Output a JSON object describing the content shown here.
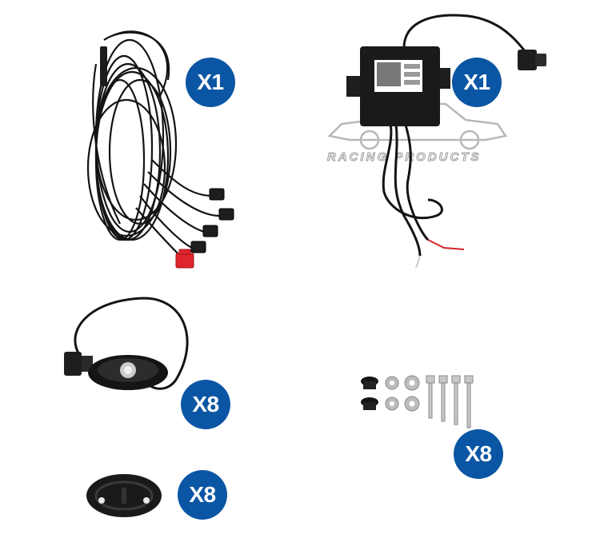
{
  "colors": {
    "badge": "#0b56a4",
    "cable": "#141414",
    "red_connector": "#e0242c",
    "watermark": "#b8b8b8"
  },
  "watermark": {
    "text": "RACING PRODUCTS",
    "icon": "car-silhouette-icon"
  },
  "items": [
    {
      "name": "wiring-harness",
      "icon": "wiring-harness-icon",
      "quantity_label": "X1"
    },
    {
      "name": "bluetooth-control-box",
      "icon": "control-box-icon",
      "quantity_label": "X1"
    },
    {
      "name": "led-rock-light",
      "icon": "rock-light-icon",
      "quantity_label": "X8"
    },
    {
      "name": "mounting-bracket",
      "icon": "mounting-bracket-icon",
      "quantity_label": "X8"
    },
    {
      "name": "screw-kit",
      "icon": "screw-kit-icon",
      "quantity_label": "X8"
    }
  ]
}
